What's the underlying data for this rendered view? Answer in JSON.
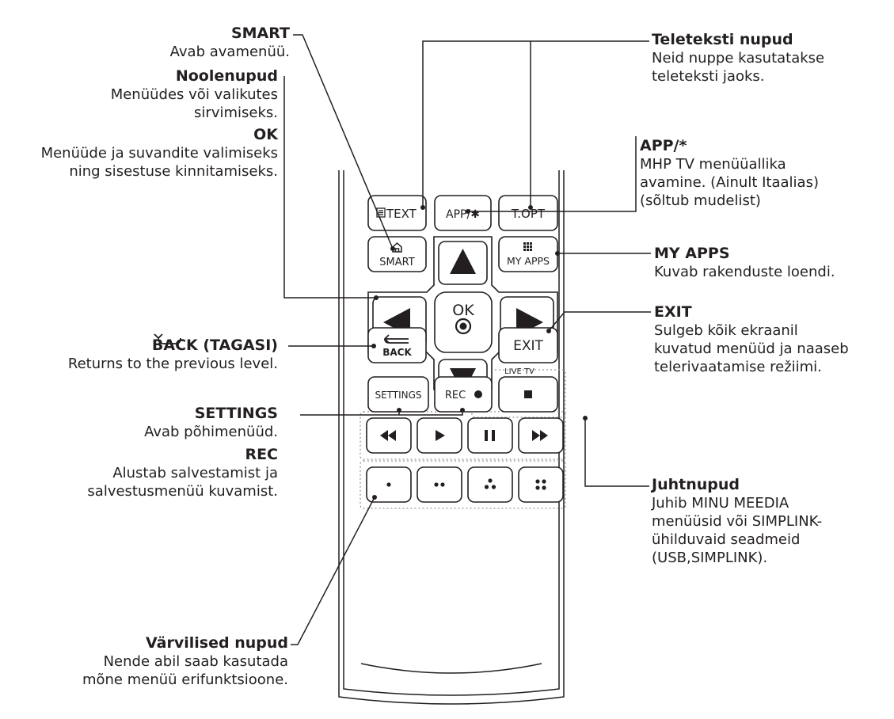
{
  "annotations": {
    "smart": {
      "title": "SMART",
      "desc": "Avab avamenüü."
    },
    "noolenupud": {
      "title": "Noolenupud",
      "desc": "Menüüdes või valikutes\nsirvimiseks."
    },
    "ok": {
      "title": "OK",
      "desc": "Menüüde ja suvandite valimiseks\nning sisestuse kinnitamiseks."
    },
    "back": {
      "title": "BACK (TAGASI)",
      "desc": "Returns to the previous level."
    },
    "settings": {
      "title": "SETTINGS",
      "desc": "Avab põhimenüüd."
    },
    "rec": {
      "title": "REC",
      "desc": "Alustab salvestamist ja\nsalvestusmenüü kuvamist."
    },
    "varvilised": {
      "title": "Värvilised nupud",
      "desc": "Nende abil saab kasutada\nmõne menüü erifunktsioone."
    },
    "teletekst": {
      "title": "Teleteksti nupud",
      "desc": "Neid nuppe kasutatakse\nteleteksti jaoks."
    },
    "app": {
      "title": "APP/*",
      "desc": "MHP TV menüüallika\navamine. (Ainult Itaalias)\n(sõltub mudelist)"
    },
    "myapps": {
      "title": "MY APPS",
      "desc": "Kuvab rakenduste loendi."
    },
    "exit": {
      "title": "EXIT",
      "desc": "Sulgeb kõik ekraanil\nkuvatud menüüd ja naaseb\ntelerivaatamise režiimi."
    },
    "juhtnupud": {
      "title": "Juhtnupud",
      "desc": "Juhib MINU MEEDIA\nmenüüsid või SIMPLINK-\nühilduvaid seadmeid\n(USB,SIMPLINK)."
    }
  },
  "buttons": {
    "text": "TEXT",
    "app": "APP/✱",
    "topt": "T.OPT",
    "smart": "SMART",
    "myapps": "MY APPS",
    "ok": "OK",
    "back": "BACK",
    "exit": "EXIT",
    "livetv": "LIVE TV",
    "settings": "SETTINGS",
    "rec": "REC"
  }
}
